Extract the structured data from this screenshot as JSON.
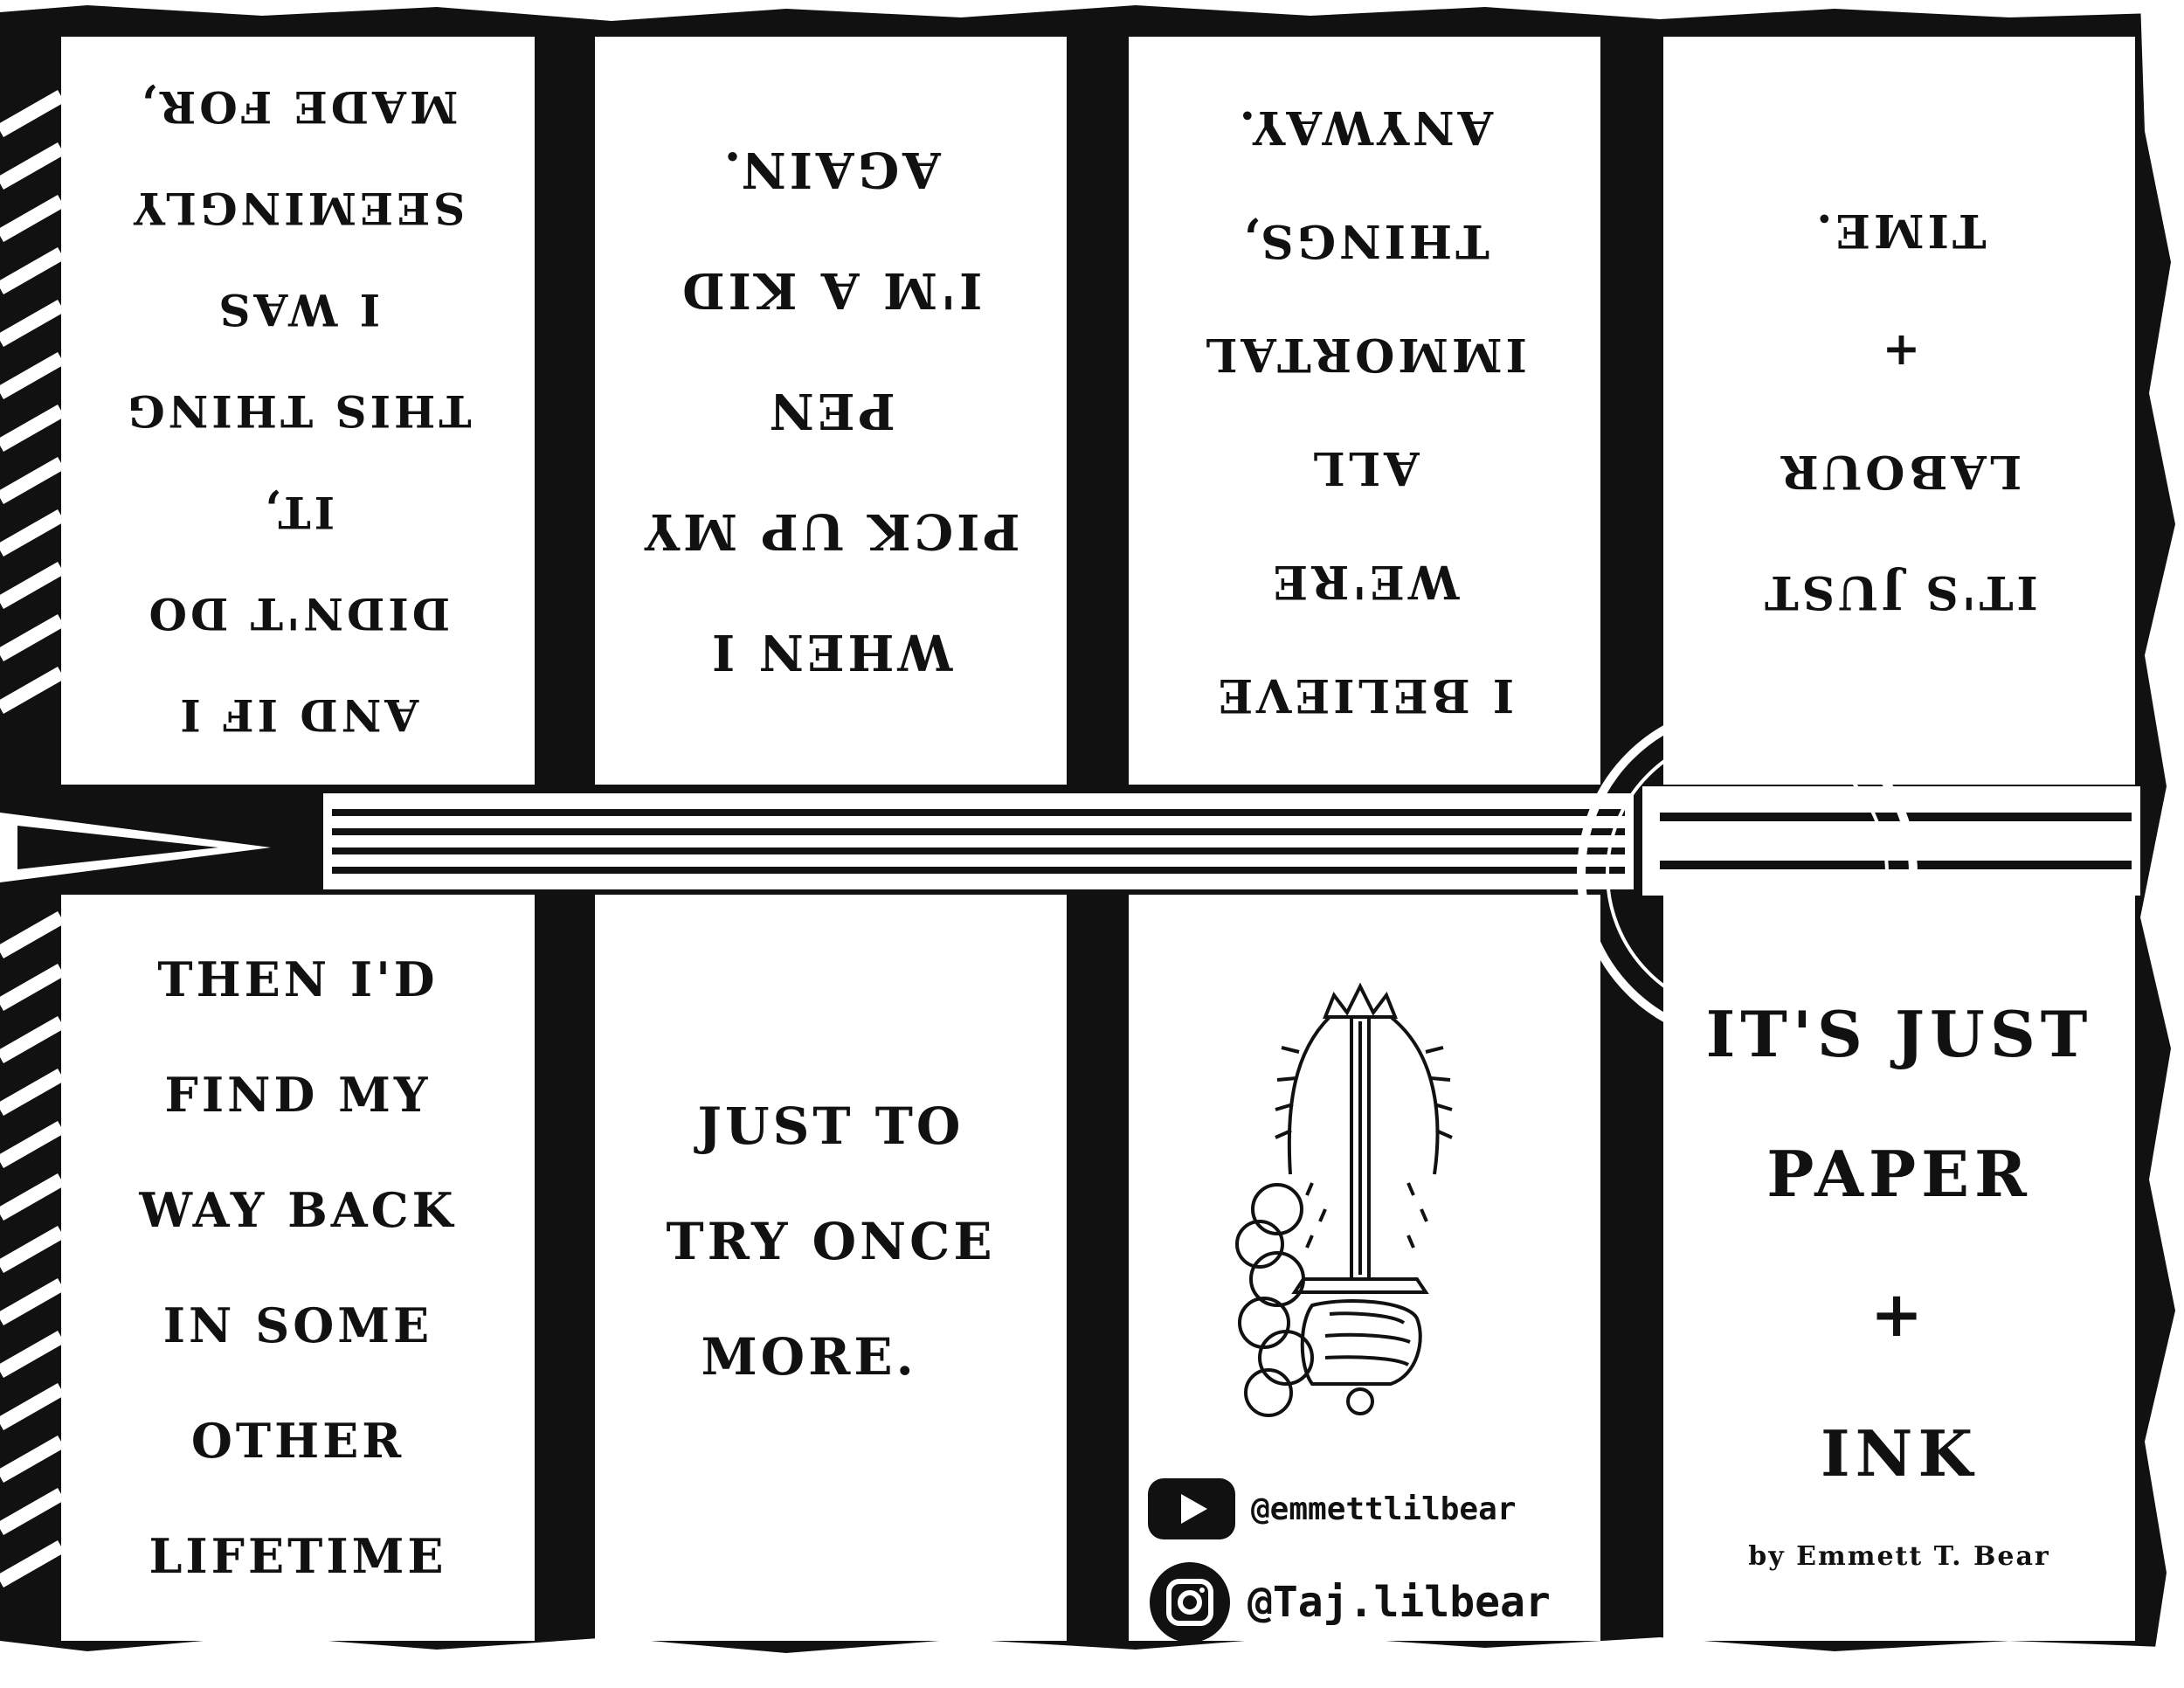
{
  "panels": {
    "p1": {
      "lines": [
        "AND IF I",
        "DIDN'T DO",
        "IT,",
        "THIS THING",
        "I WAS",
        "SEEMINGLY",
        "MADE FOR,"
      ]
    },
    "p2": {
      "lines": [
        "WHEN I",
        "PICK UP MY",
        "PEN",
        "I'M A KID",
        "AGAIN."
      ]
    },
    "p3": {
      "lines": [
        "I BELIEVE",
        "WE'RE",
        "ALL",
        "IMMORTAL",
        "THINGS,",
        "ANYWAY."
      ]
    },
    "p4": {
      "lines": [
        "IT'S JUST",
        "LABOUR",
        "+",
        "TIME."
      ]
    },
    "p5": {
      "lines": [
        "THEN I'D",
        "FIND MY",
        "WAY BACK",
        "IN SOME",
        "OTHER",
        "LIFETIME"
      ]
    },
    "p6": {
      "lines": [
        "JUST TO",
        "TRY ONCE",
        "MORE."
      ]
    },
    "p7": {
      "illustration_icon": "hand-holding-sword-icon",
      "youtube": {
        "icon": "youtube-icon",
        "handle": "@emmettlilbear"
      },
      "instagram": {
        "icon": "instagram-icon",
        "handle": "@Taj.lilbear"
      }
    },
    "p8": {
      "line1": "IT'S JUST",
      "line2": "PAPER",
      "line3": "+",
      "line4": "INK",
      "byline": "by Emmett T. Bear"
    }
  }
}
